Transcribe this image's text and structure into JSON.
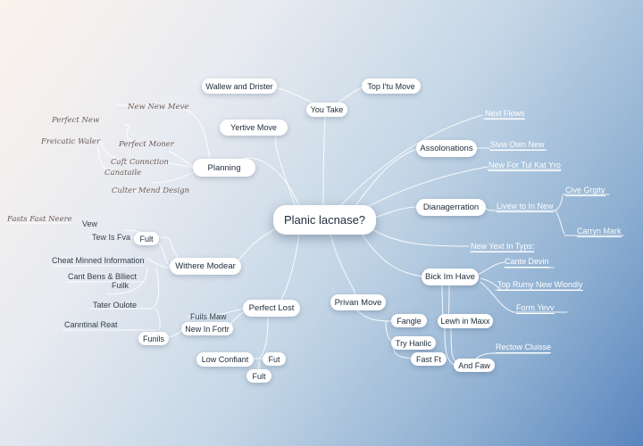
{
  "center": "Planic lacnase?",
  "top": {
    "you_take": "You Take",
    "wallew": "Wallew and Drister",
    "top_itu": "Top I'tu Move",
    "next_flows": "Next Flows"
  },
  "left": {
    "yertive": "Yertive Move",
    "planning": "Planning",
    "new_new_meve": "New New Meve",
    "perfect_new": "Perfect New",
    "freicatic": "Freicatic Waler",
    "perfect_moner": "Perfect Moner",
    "caft": "Caft Connction",
    "canataile": "Canataile",
    "culter": "Culter Mend Design",
    "withere": "Withere Modear",
    "fasts": "Fasts Fast Neere",
    "vew": "Vew",
    "tew": "Tew Is Fva",
    "fult": "Fult",
    "cheat": "Cheat Minned Information",
    "cant": "Cant Bens & Blliect",
    "fuilk": "Fuilk",
    "tater": "Tater Oulote",
    "canntinal": "Canntinal Reat"
  },
  "bottom": {
    "perfect_lost": "Perfect Lost",
    "fuils_maw": "Fuils Maw",
    "new_in_fortr": "New In Fortr",
    "funils": "Funils",
    "low_confiant": "Low Confiant",
    "fut": "Fut",
    "fult2": "Fult",
    "privan": "Privan Move",
    "fangle": "Fangle",
    "try_hanlic": "Try Hanlic",
    "fast_ft": "Fast Ft",
    "lewh": "Lewh in Maxx",
    "and_faw": "And Faw",
    "rectow": "Rectow Cluisse"
  },
  "right": {
    "assolonations": "Assolonations",
    "slvw": "Slvw Own New",
    "new_for_tul": "New For Tul Kat Yro",
    "dianagerration": "Dianagerration",
    "livew": "Livew to In New",
    "cive": "Cive Grgity",
    "carryn": "Carryn Mark",
    "new_yext": "New Yext In Typs:",
    "bick": "Bick Im Have",
    "cante": "Cante Devin",
    "top_rumy": "Top Rumy New Wlondly",
    "form": "Form Yevv"
  }
}
